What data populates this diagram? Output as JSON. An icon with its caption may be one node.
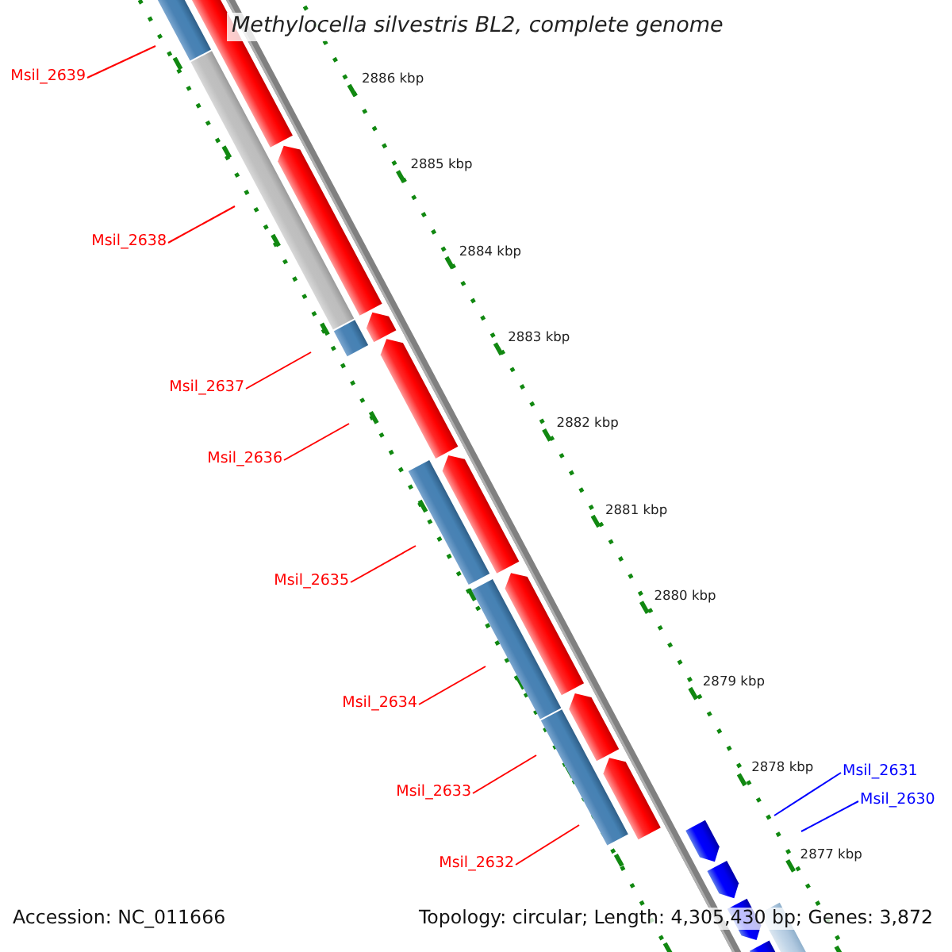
{
  "diagram": {
    "title": "Methylocella silvestris BL2, complete genome",
    "nodes": [
      {
        "text": [
          "Msil_2639"
        ]
      },
      {
        "text": [
          "Msil_2638"
        ]
      },
      {
        "text": [
          "Msil_2637"
        ]
      },
      {
        "text": [
          "Msil_2636"
        ]
      },
      {
        "text": [
          "Msil_2635"
        ]
      },
      {
        "text": [
          "Msil_2634"
        ]
      },
      {
        "text": [
          "Msil_2633"
        ]
      },
      {
        "text": [
          "Msil_2632"
        ]
      },
      {
        "text": [
          "Msil_2631"
        ]
      },
      {
        "text": [
          "Msil_2630"
        ]
      }
    ],
    "edges": [
      {
        "from": 0,
        "to": null,
        "arrow": "none"
      },
      {
        "from": 1,
        "to": null,
        "arrow": "none"
      },
      {
        "from": 2,
        "to": null,
        "arrow": "none"
      },
      {
        "from": 3,
        "to": null,
        "arrow": "none"
      },
      {
        "from": 4,
        "to": null,
        "arrow": "none"
      },
      {
        "from": 5,
        "to": null,
        "arrow": "none"
      },
      {
        "from": 6,
        "to": null,
        "arrow": "none"
      },
      {
        "from": 7,
        "to": null,
        "arrow": "none"
      },
      {
        "from": 8,
        "to": null,
        "arrow": "none",
        "color": "#0000ff"
      },
      {
        "from": 9,
        "to": null,
        "arrow": "none",
        "color": "#0000ff"
      }
    ],
    "labels": [
      "2886 kbp",
      "2885 kbp",
      "2884 kbp",
      "2883 kbp",
      "2882 kbp",
      "2881 kbp",
      "2880 kbp",
      "2879 kbp",
      "2878 kbp",
      "2877 kbp",
      "Accession: NC_011666",
      "Topology: circular; Length: 4,305,430 bp; Genes: 3,872"
    ]
  }
}
